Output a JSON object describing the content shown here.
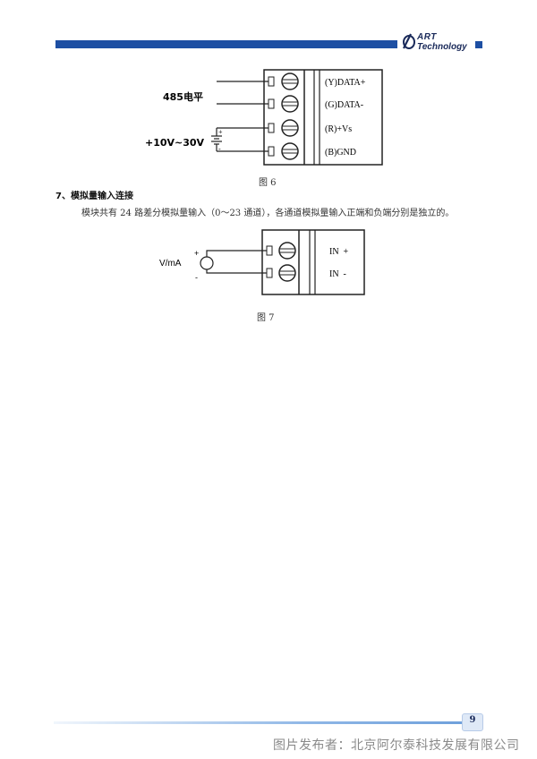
{
  "header": {
    "logo_line1": "ART",
    "logo_line2": "Technology",
    "accent_color": "#1d4fa3"
  },
  "figure6": {
    "left_label_top": "485电平",
    "left_label_bottom": "+10V~30V",
    "terminals": [
      "(Y)DATA+",
      "(G)DATA-",
      "(R)+Vs",
      "(B)GND"
    ],
    "supply_plus": "+",
    "supply_minus": "-",
    "caption": "图 6"
  },
  "section": {
    "title": "7、模拟量输入连接",
    "body": "模块共有 24 路差分模拟量输入（0～23 通道），各通道模拟量输入正端和负端分别是独立的。"
  },
  "figure7": {
    "source_label": "V/mA",
    "plus": "+",
    "minus": "-",
    "terminals": [
      "IN  +",
      "IN  -"
    ],
    "caption": "图 7"
  },
  "footer": {
    "page_number": "9",
    "publisher": "图片发布者：北京阿尔泰科技发展有限公司"
  }
}
